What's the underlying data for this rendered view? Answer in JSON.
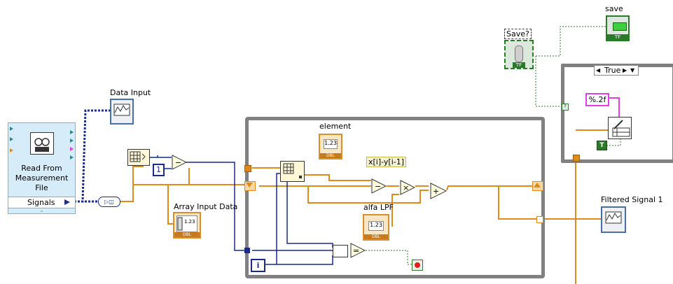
{
  "labels": {
    "save": "save",
    "save_q": "Save?",
    "case_value": "True",
    "format_string": "%.2f",
    "data_input": "Data Input",
    "express_vi_line1": "Read From",
    "express_vi_line2": "Measurement",
    "express_vi_line3": "File",
    "signals": "Signals",
    "array_input_data": "Array Input Data",
    "element": "element",
    "formula": "x[i]-y[i-1]",
    "alfa_lpf": "alfa LPF",
    "filtered_signal": "Filtered Signal 1",
    "const_one": "1",
    "iteration": "i",
    "minus": "−",
    "times": "×",
    "plus": "+",
    "equal": "=",
    "true_const": "T",
    "tf": "TF",
    "num_123": "1.23",
    "dbl": "DBL"
  },
  "colors": {
    "orange_wire": "#e08a1c",
    "blue_wire": "#1a2b8c",
    "pink_wire": "#e040e0",
    "green_wire": "#2a7a2a",
    "loop_border": "#808080"
  }
}
